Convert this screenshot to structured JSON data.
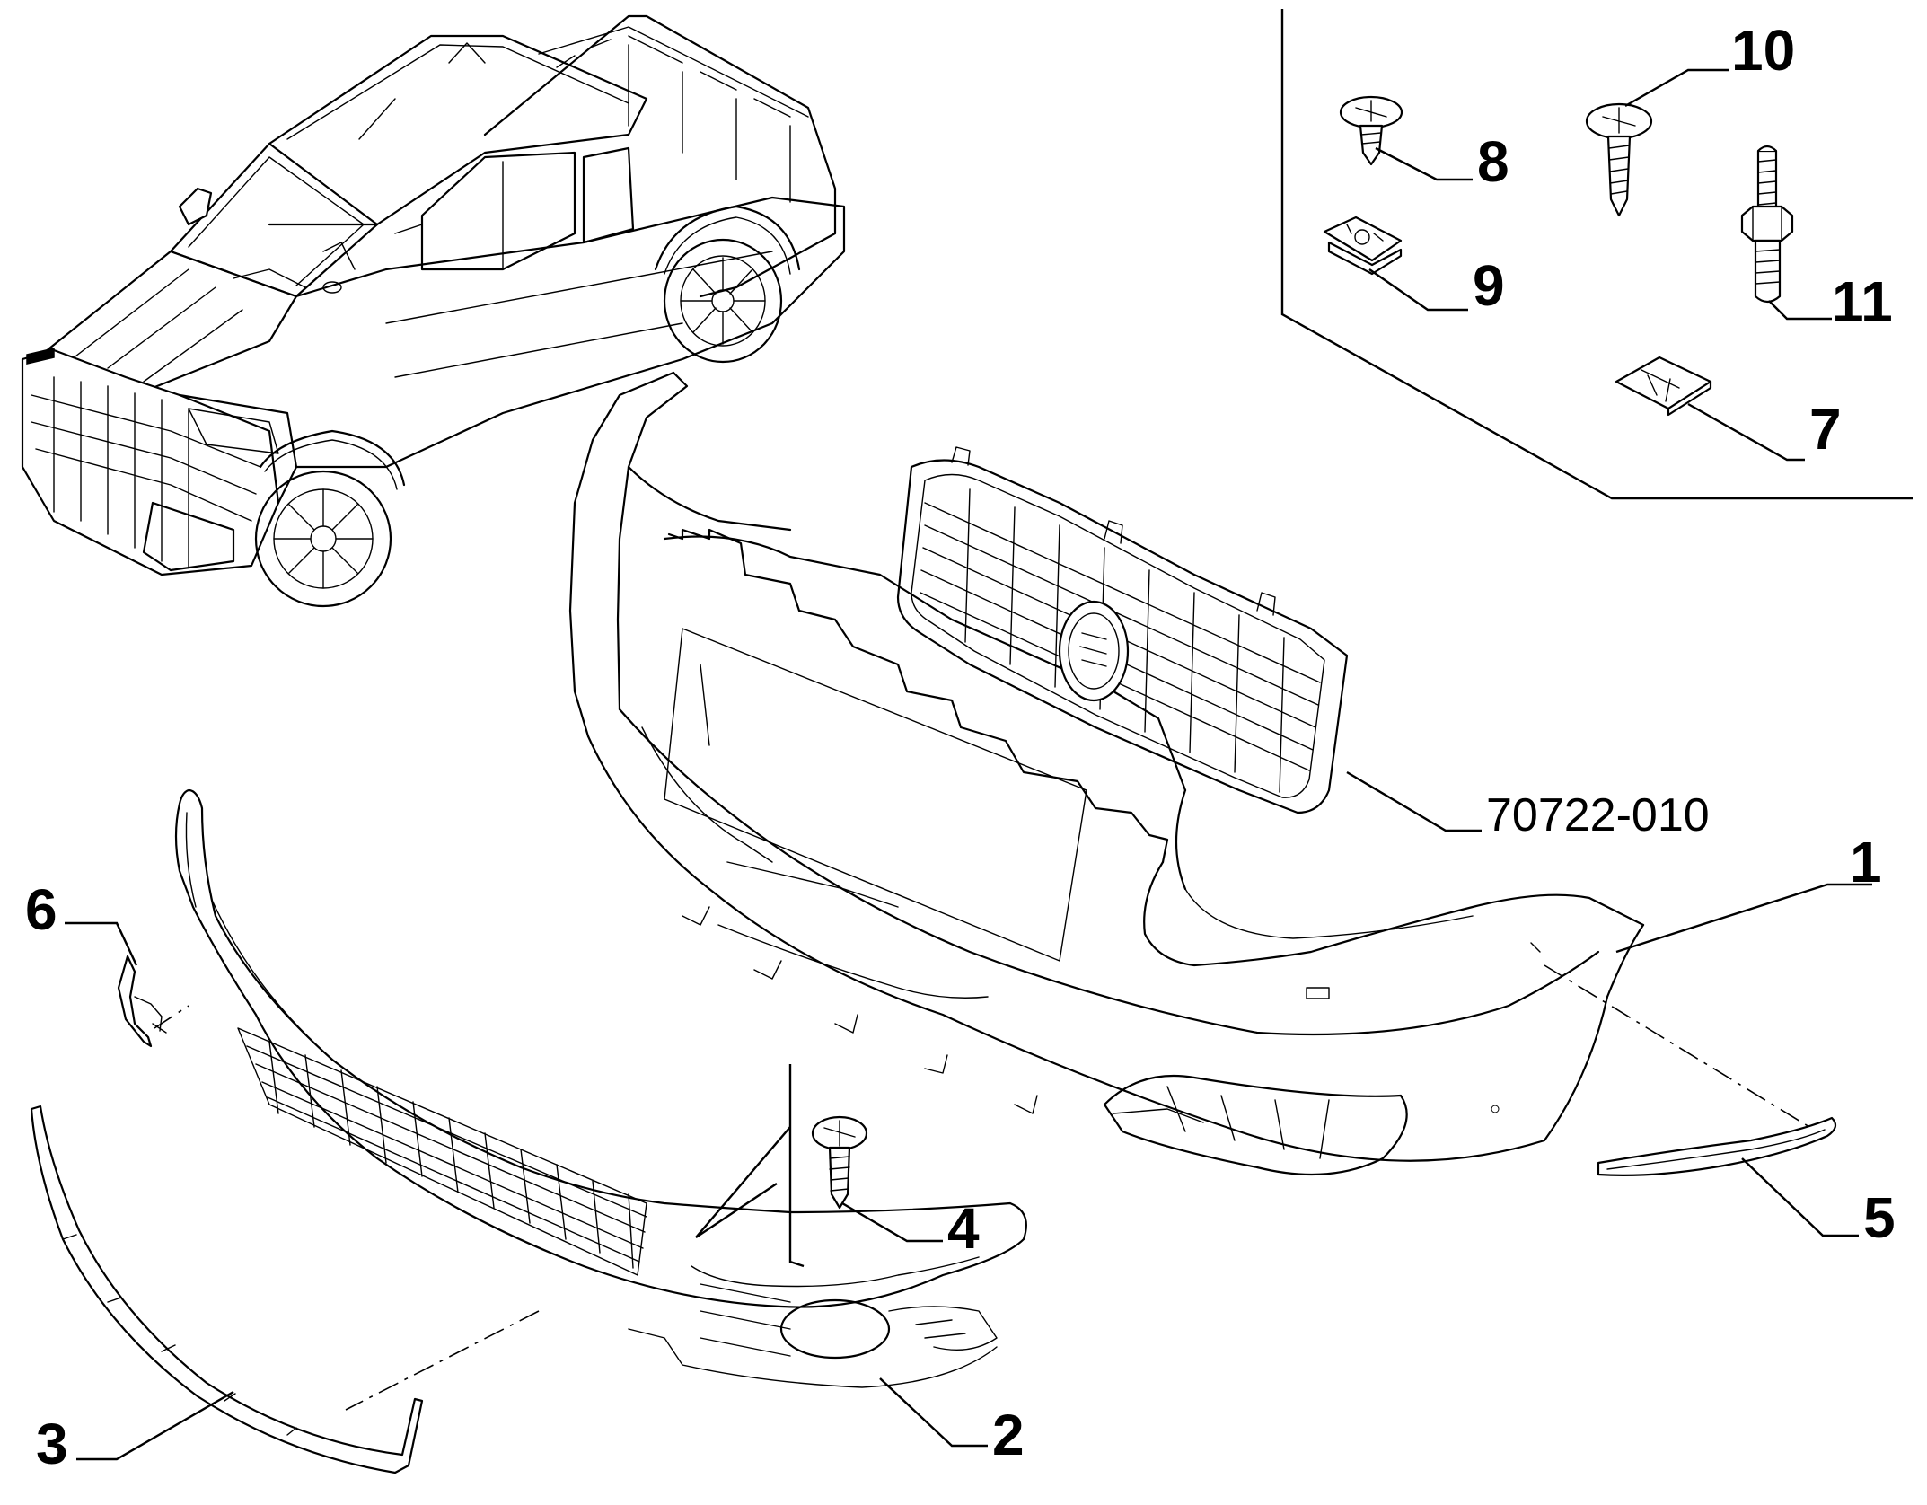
{
  "diagram": {
    "reference_code": "70722-010",
    "callouts": {
      "part_1": "1",
      "part_2": "2",
      "part_3": "3",
      "part_4": "4",
      "part_5": "5",
      "part_6": "6",
      "part_7": "7",
      "part_8": "8",
      "part_9": "9",
      "part_10": "10",
      "part_11": "11"
    }
  }
}
